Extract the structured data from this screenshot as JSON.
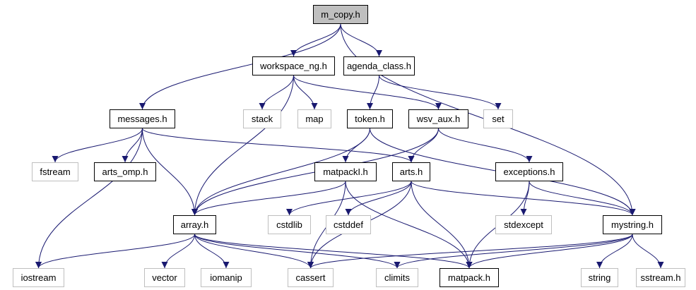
{
  "graph": {
    "title": "m_copy.h",
    "edge_color": "#191970",
    "nodes": [
      {
        "id": "m_copy",
        "label": "m_copy.h",
        "kind": "root"
      },
      {
        "id": "workspace_ng",
        "label": "workspace_ng.h",
        "kind": "local"
      },
      {
        "id": "agenda_class",
        "label": "agenda_class.h",
        "kind": "local"
      },
      {
        "id": "messages",
        "label": "messages.h",
        "kind": "local"
      },
      {
        "id": "stack",
        "label": "stack",
        "kind": "system"
      },
      {
        "id": "map",
        "label": "map",
        "kind": "system"
      },
      {
        "id": "token",
        "label": "token.h",
        "kind": "local"
      },
      {
        "id": "wsv_aux",
        "label": "wsv_aux.h",
        "kind": "local"
      },
      {
        "id": "set",
        "label": "set",
        "kind": "system"
      },
      {
        "id": "fstream",
        "label": "fstream",
        "kind": "system"
      },
      {
        "id": "arts_omp",
        "label": "arts_omp.h",
        "kind": "local"
      },
      {
        "id": "matpackI",
        "label": "matpackI.h",
        "kind": "local"
      },
      {
        "id": "arts",
        "label": "arts.h",
        "kind": "local"
      },
      {
        "id": "exceptions",
        "label": "exceptions.h",
        "kind": "local"
      },
      {
        "id": "array",
        "label": "array.h",
        "kind": "local"
      },
      {
        "id": "cstdlib",
        "label": "cstdlib",
        "kind": "system"
      },
      {
        "id": "cstddef",
        "label": "cstddef",
        "kind": "system"
      },
      {
        "id": "stdexcept",
        "label": "stdexcept",
        "kind": "system"
      },
      {
        "id": "mystring",
        "label": "mystring.h",
        "kind": "local"
      },
      {
        "id": "iostream",
        "label": "iostream",
        "kind": "system"
      },
      {
        "id": "vector",
        "label": "vector",
        "kind": "system"
      },
      {
        "id": "iomanip",
        "label": "iomanip",
        "kind": "system"
      },
      {
        "id": "cassert",
        "label": "cassert",
        "kind": "system"
      },
      {
        "id": "climits",
        "label": "climits",
        "kind": "system"
      },
      {
        "id": "matpack",
        "label": "matpack.h",
        "kind": "local"
      },
      {
        "id": "string",
        "label": "string",
        "kind": "system"
      },
      {
        "id": "sstream",
        "label": "sstream.h",
        "kind": "system"
      }
    ],
    "edges": [
      [
        "m_copy",
        "messages"
      ],
      [
        "m_copy",
        "workspace_ng"
      ],
      [
        "m_copy",
        "agenda_class"
      ],
      [
        "m_copy",
        "mystring"
      ],
      [
        "workspace_ng",
        "stack"
      ],
      [
        "workspace_ng",
        "map"
      ],
      [
        "workspace_ng",
        "wsv_aux"
      ],
      [
        "workspace_ng",
        "array"
      ],
      [
        "agenda_class",
        "token"
      ],
      [
        "agenda_class",
        "set"
      ],
      [
        "messages",
        "fstream"
      ],
      [
        "messages",
        "arts_omp"
      ],
      [
        "messages",
        "array"
      ],
      [
        "messages",
        "arts"
      ],
      [
        "messages",
        "iostream"
      ],
      [
        "token",
        "matpackI"
      ],
      [
        "token",
        "array"
      ],
      [
        "token",
        "mystring"
      ],
      [
        "wsv_aux",
        "arts"
      ],
      [
        "wsv_aux",
        "exceptions"
      ],
      [
        "wsv_aux",
        "array"
      ],
      [
        "matpackI",
        "array"
      ],
      [
        "matpackI",
        "matpack"
      ],
      [
        "matpackI",
        "cassert"
      ],
      [
        "arts",
        "cstdlib"
      ],
      [
        "arts",
        "cstddef"
      ],
      [
        "arts",
        "cassert"
      ],
      [
        "arts",
        "matpack"
      ],
      [
        "arts",
        "mystring"
      ],
      [
        "exceptions",
        "stdexcept"
      ],
      [
        "exceptions",
        "mystring"
      ],
      [
        "exceptions",
        "matpack"
      ],
      [
        "array",
        "iostream"
      ],
      [
        "array",
        "vector"
      ],
      [
        "array",
        "iomanip"
      ],
      [
        "array",
        "cassert"
      ],
      [
        "array",
        "climits"
      ],
      [
        "array",
        "matpack"
      ],
      [
        "mystring",
        "string"
      ],
      [
        "mystring",
        "sstream"
      ],
      [
        "mystring",
        "cassert"
      ],
      [
        "mystring",
        "climits"
      ],
      [
        "mystring",
        "matpack"
      ]
    ]
  }
}
